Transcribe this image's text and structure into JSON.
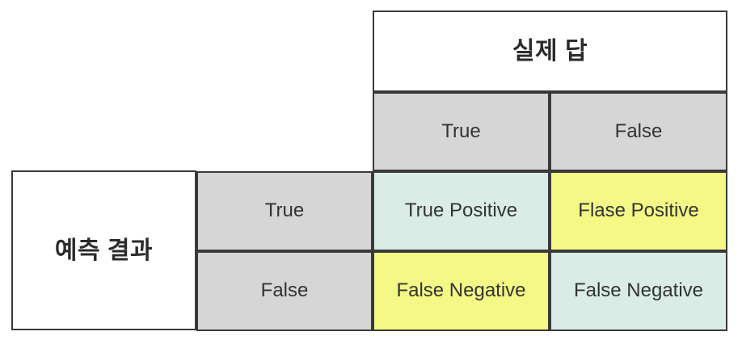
{
  "diagram": {
    "type": "confusion-matrix",
    "actual_axis_title": "실제 답",
    "predicted_axis_title": "예측 결과",
    "column_headers": [
      "True",
      "False"
    ],
    "row_headers": [
      "True",
      "False"
    ],
    "cells": [
      [
        {
          "label": "True Positive",
          "fill": "#d9ede6"
        },
        {
          "label": "Flase Positive",
          "fill": "#f4f884"
        }
      ],
      [
        {
          "label": "False Negative",
          "fill": "#f4f884"
        },
        {
          "label": "False Negative",
          "fill": "#d9ede6"
        }
      ]
    ],
    "colors": {
      "header_gray": "#d6d6d6",
      "teal": "#d9ede6",
      "yellow": "#f4f884",
      "border": "#3a3a3a",
      "background": "#ffffff",
      "text": "#333333"
    }
  }
}
